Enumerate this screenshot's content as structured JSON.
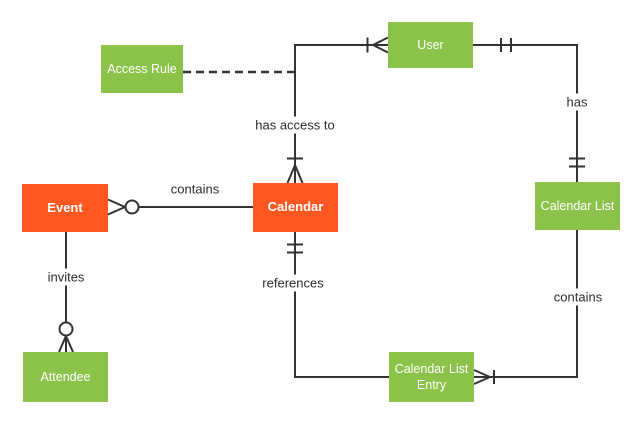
{
  "diagram": {
    "type": "entity-relationship-diagram",
    "background": "#ffffff",
    "colors": {
      "entity_orange": "#FF5722",
      "entity_green": "#8BC34A",
      "line": "#333333",
      "label_text": "#2b2b2b",
      "entity_text": "#ffffff"
    },
    "entities": {
      "event": {
        "label": "Event",
        "color": "#FF5722"
      },
      "calendar": {
        "label": "Calendar",
        "color": "#FF5722"
      },
      "access_rule": {
        "label": "Access Rule",
        "color": "#8BC34A"
      },
      "user": {
        "label": "User",
        "color": "#8BC34A"
      },
      "calendar_list": {
        "label": "Calendar List",
        "color": "#8BC34A"
      },
      "attendee": {
        "label": "Attendee",
        "color": "#8BC34A"
      },
      "calendar_list_entry": {
        "label": "Calendar List Entry",
        "color": "#8BC34A"
      }
    },
    "relationships": {
      "calendar_contains_event": {
        "label": "contains",
        "from": "Calendar",
        "to": "Event",
        "cardinality_at_event": "zero or many"
      },
      "user_has_access_to_calendar": {
        "label": "has access to",
        "from": "User",
        "to": "Calendar",
        "cardinality_at_user": "one or many",
        "cardinality_at_calendar": "one or many"
      },
      "user_has_calendar_list": {
        "label": "has",
        "from": "User",
        "to": "Calendar List",
        "cardinality_at_user": "one and only one",
        "cardinality_at_calendar_list": "one and only one"
      },
      "calendar_referenced_by_entry": {
        "label": "references",
        "from": "Calendar",
        "to": "Calendar List Entry",
        "cardinality_at_calendar": "one and only one"
      },
      "calendar_list_contains_entry": {
        "label": "contains",
        "from": "Calendar List",
        "to": "Calendar List Entry",
        "cardinality_at_entry": "one or many"
      },
      "event_invites_attendee": {
        "label": "invites",
        "from": "Event",
        "to": "Attendee",
        "cardinality_at_attendee": "zero or many"
      },
      "access_rule_link": {
        "label": "",
        "from": "Access Rule",
        "to": "has access to relationship",
        "style": "dashed"
      }
    }
  }
}
